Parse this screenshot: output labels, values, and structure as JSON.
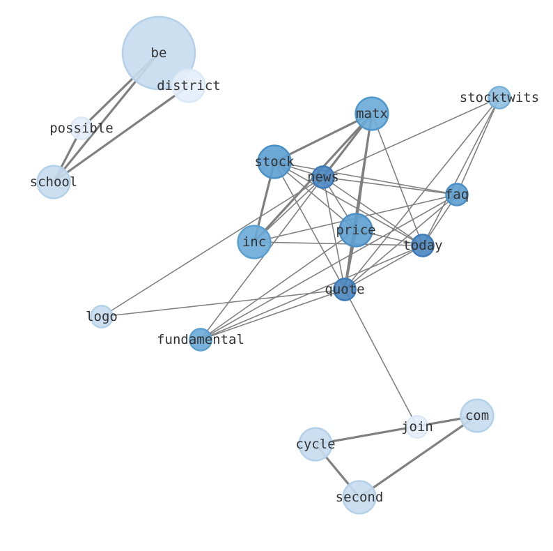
{
  "nodes": [
    {
      "id": "be",
      "label": "be",
      "weight": 10,
      "color": "#c6dbef",
      "stroke": "#b3d1e8"
    },
    {
      "id": "district",
      "label": "district",
      "weight": 4.5,
      "color": "#e4eef9",
      "stroke": "#dbe8f5"
    },
    {
      "id": "possible",
      "label": "possible",
      "weight": 3,
      "color": "#e4eef9",
      "stroke": "#dbe8f5"
    },
    {
      "id": "school",
      "label": "school",
      "weight": 4.5,
      "color": "#c6dbef",
      "stroke": "#b3d1e8"
    },
    {
      "id": "matx",
      "label": "matx",
      "weight": 4.5,
      "color": "#6aaad6",
      "stroke": "#4f98cc"
    },
    {
      "id": "stocktwits",
      "label": "stocktwits",
      "weight": 3,
      "color": "#8fbfe0",
      "stroke": "#74b0da"
    },
    {
      "id": "stock",
      "label": "stock",
      "weight": 4.5,
      "color": "#5e9ecf",
      "stroke": "#4a90c8"
    },
    {
      "id": "news",
      "label": "news",
      "weight": 3,
      "color": "#4a86c0",
      "stroke": "#3c7ab8"
    },
    {
      "id": "faq",
      "label": "faq",
      "weight": 3,
      "color": "#5e9ecf",
      "stroke": "#4a90c8"
    },
    {
      "id": "price",
      "label": "price",
      "weight": 4.5,
      "color": "#5e9ecf",
      "stroke": "#4a90c8"
    },
    {
      "id": "inc",
      "label": "inc",
      "weight": 4.5,
      "color": "#6aaad6",
      "stroke": "#5aa0d0"
    },
    {
      "id": "today",
      "label": "today",
      "weight": 3,
      "color": "#4a86c0",
      "stroke": "#3c7ab8"
    },
    {
      "id": "quote",
      "label": "quote",
      "weight": 3,
      "color": "#4a86c0",
      "stroke": "#3c7ab8"
    },
    {
      "id": "logo",
      "label": "logo",
      "weight": 3,
      "color": "#c6dbef",
      "stroke": "#b3d1e8"
    },
    {
      "id": "fundamental",
      "label": "fundamental",
      "weight": 3,
      "color": "#6aaad6",
      "stroke": "#5aa0d0"
    },
    {
      "id": "join",
      "label": "join",
      "weight": 3,
      "color": "#e4eef9",
      "stroke": "#dbe8f5"
    },
    {
      "id": "com",
      "label": "com",
      "weight": 4.5,
      "color": "#c6dbef",
      "stroke": "#b3d1e8"
    },
    {
      "id": "cycle",
      "label": "cycle",
      "weight": 4.5,
      "color": "#c6dbef",
      "stroke": "#b3d1e8"
    },
    {
      "id": "second",
      "label": "second",
      "weight": 4.5,
      "color": "#c6dbef",
      "stroke": "#b3d1e8"
    }
  ],
  "edges": [
    [
      "be",
      "possible",
      2
    ],
    [
      "be",
      "school",
      2
    ],
    [
      "possible",
      "school",
      2
    ],
    [
      "district",
      "school",
      2
    ],
    [
      "matx",
      "stock",
      2
    ],
    [
      "matx",
      "news",
      2
    ],
    [
      "matx",
      "inc",
      2
    ],
    [
      "matx",
      "quote",
      2
    ],
    [
      "matx",
      "price",
      1
    ],
    [
      "matx",
      "today",
      1
    ],
    [
      "stock",
      "news",
      1
    ],
    [
      "stock",
      "faq",
      1
    ],
    [
      "stock",
      "today",
      1
    ],
    [
      "stock",
      "price",
      1
    ],
    [
      "stock",
      "inc",
      2
    ],
    [
      "stock",
      "quote",
      1
    ],
    [
      "news",
      "faq",
      1
    ],
    [
      "news",
      "today",
      1
    ],
    [
      "news",
      "price",
      1
    ],
    [
      "news",
      "quote",
      1
    ],
    [
      "news",
      "inc",
      1
    ],
    [
      "news",
      "stocktwits",
      1
    ],
    [
      "news",
      "logo",
      1
    ],
    [
      "news",
      "fundamental",
      1
    ],
    [
      "stocktwits",
      "faq",
      1
    ],
    [
      "stocktwits",
      "today",
      1
    ],
    [
      "stocktwits",
      "quote",
      1
    ],
    [
      "faq",
      "inc",
      1
    ],
    [
      "faq",
      "fundamental",
      1
    ],
    [
      "faq",
      "quote",
      1
    ],
    [
      "faq",
      "today",
      1
    ],
    [
      "inc",
      "today",
      1
    ],
    [
      "price",
      "today",
      1
    ],
    [
      "price",
      "quote",
      2
    ],
    [
      "price",
      "fundamental",
      1
    ],
    [
      "quote",
      "logo",
      1
    ],
    [
      "quote",
      "join",
      1
    ],
    [
      "quote",
      "today",
      1
    ],
    [
      "quote",
      "fundamental",
      1
    ],
    [
      "today",
      "fundamental",
      1
    ],
    [
      "cycle",
      "com",
      2
    ],
    [
      "cycle",
      "second",
      2
    ],
    [
      "second",
      "com",
      2
    ]
  ],
  "edge_color": "#808080"
}
